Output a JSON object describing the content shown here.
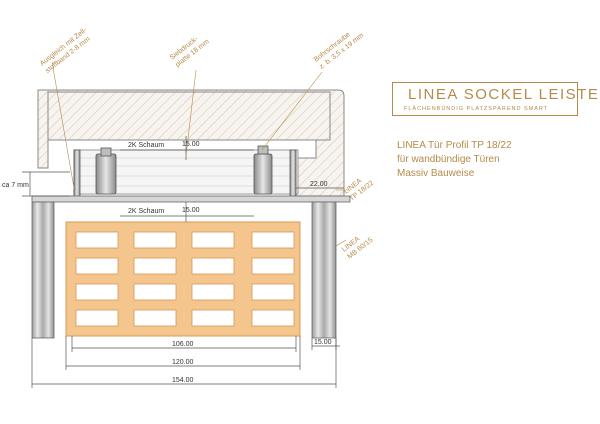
{
  "brand": {
    "title": "LINEA SOCKEL LEISTE",
    "subtitle": "FLÄCHENBÜNDIG  PLATZSPAREND  SMART"
  },
  "description": {
    "lines": [
      "LINEA Tür Profil TP 18/22",
      "für wandbündige Türen",
      "Massiv Bauweise"
    ]
  },
  "annotations": {
    "ausgleich": [
      "Ausgleich mit Zell-",
      "stoffband 2-8 mm"
    ],
    "siebdruck": [
      "Siebdruck-",
      "platte 18 mm"
    ],
    "bohrschraube": [
      "Bohrschraube",
      "z. b. 3,5 x 19 mm"
    ],
    "schaum_top": "2K Schaum",
    "schaum_bottom": "2K Schaum",
    "ca7": "ca 7 mm",
    "profile_tp": [
      "LINEA",
      "TP 18/22"
    ],
    "profile_mb": [
      "LINEA",
      "MB 60/15"
    ]
  },
  "dimensions": {
    "d15_top": "15.00",
    "d15_bottom": "15.00",
    "d22": "22.00",
    "d15_right": "15.00",
    "d106": "106.00",
    "d120": "120.00",
    "d154": "154.00"
  },
  "colors": {
    "accent": "#b58a4a",
    "block": "#f4c58c",
    "line": "#555555"
  }
}
